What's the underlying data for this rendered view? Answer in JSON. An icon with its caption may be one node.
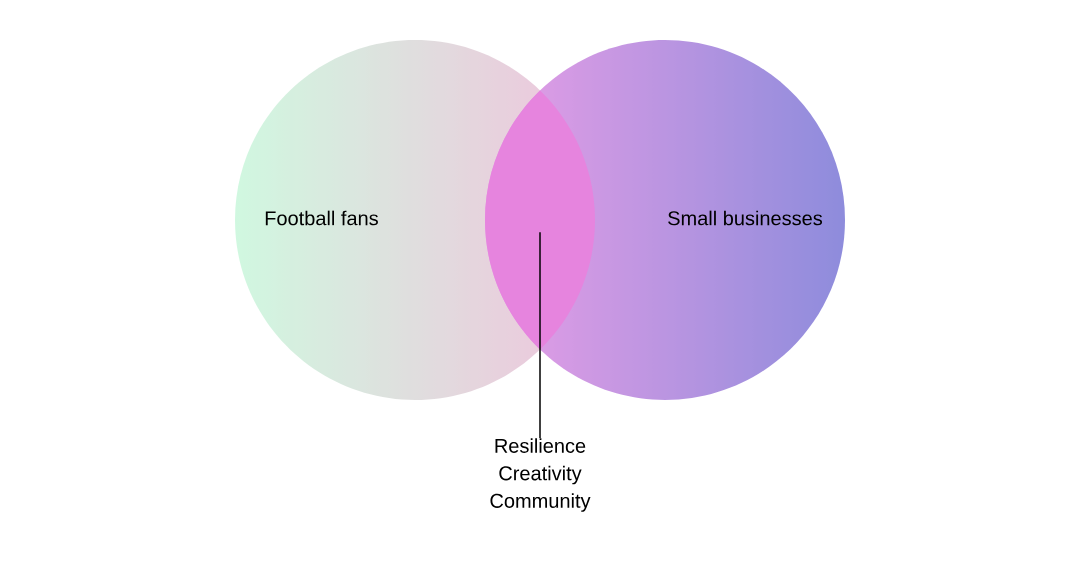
{
  "diagram": {
    "nodes": [
      {
        "text": [
          "Football fans"
        ]
      },
      {
        "text": [
          "Small businesses"
        ]
      },
      {
        "text": [],
        "shape": "lens"
      },
      {
        "text": [
          "Resilience Creativity Community"
        ]
      }
    ],
    "edges": [
      {
        "from": 3,
        "to": 2,
        "arrow": "none"
      }
    ]
  }
}
